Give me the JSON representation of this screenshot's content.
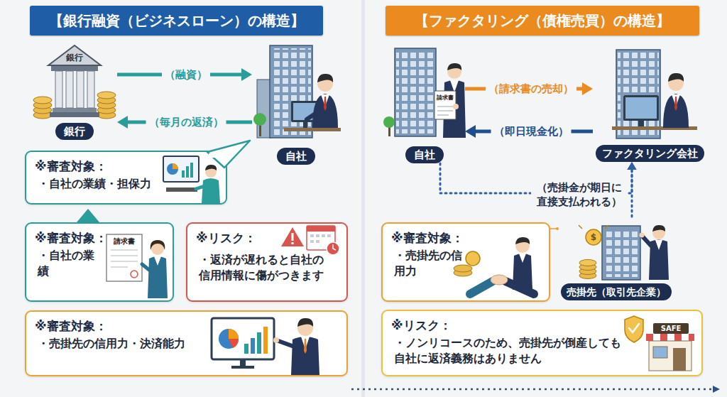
{
  "diagram": {
    "nodes": [
      {
        "text": [
          "【銀行融資（ビジネスローン）の構造】"
        ]
      },
      {
        "text": [
          "銀行"
        ]
      },
      {
        "text": [
          "自社"
        ]
      },
      {
        "text": [
          "※審査対象：",
          "・自社の業績・担保力"
        ]
      },
      {
        "text": [
          "※審査対象：",
          "・自社の業績"
        ]
      },
      {
        "text": [
          "※リスク：",
          "・返済が遅れると自社の信用情報に傷がつきます"
        ]
      },
      {
        "text": [
          "※審査対象：",
          "・売掛先の信用力・決済能力"
        ]
      },
      {
        "text": [
          "【ファクタリング（債権売買）の構造】"
        ]
      },
      {
        "text": [
          "自社"
        ]
      },
      {
        "text": [
          "ファクタリング会社"
        ]
      },
      {
        "text": [
          "※審査対象：",
          "・売掛先の信用力"
        ]
      },
      {
        "text": [
          "売掛先（取引先企業）"
        ]
      },
      {
        "text": [
          "※リスク：",
          "・ノンリコースのため、売掛先が倒産しても自社に返済義務はありません"
        ]
      }
    ],
    "edges": [
      {
        "from": 1,
        "to": 2,
        "label": "（融資）",
        "arrow": "to"
      },
      {
        "from": 2,
        "to": 1,
        "label": "（毎月の返済）",
        "arrow": "to"
      },
      {
        "from": 8,
        "to": 9,
        "label": "（請求書の売却）",
        "arrow": "to"
      },
      {
        "from": 9,
        "to": 8,
        "label": "（即日現金化）",
        "arrow": "to"
      },
      {
        "from": 8,
        "to": 9,
        "arrow": "to"
      },
      {
        "from": 11,
        "to": 9,
        "label": "（売掛金が期日に直接支払われる）",
        "arrow": "to"
      },
      {
        "from": 10,
        "to": 11,
        "arrow": "none"
      }
    ],
    "labels": [
      "銀行",
      "請求書",
      "請求書",
      "$",
      "SAFE"
    ]
  }
}
